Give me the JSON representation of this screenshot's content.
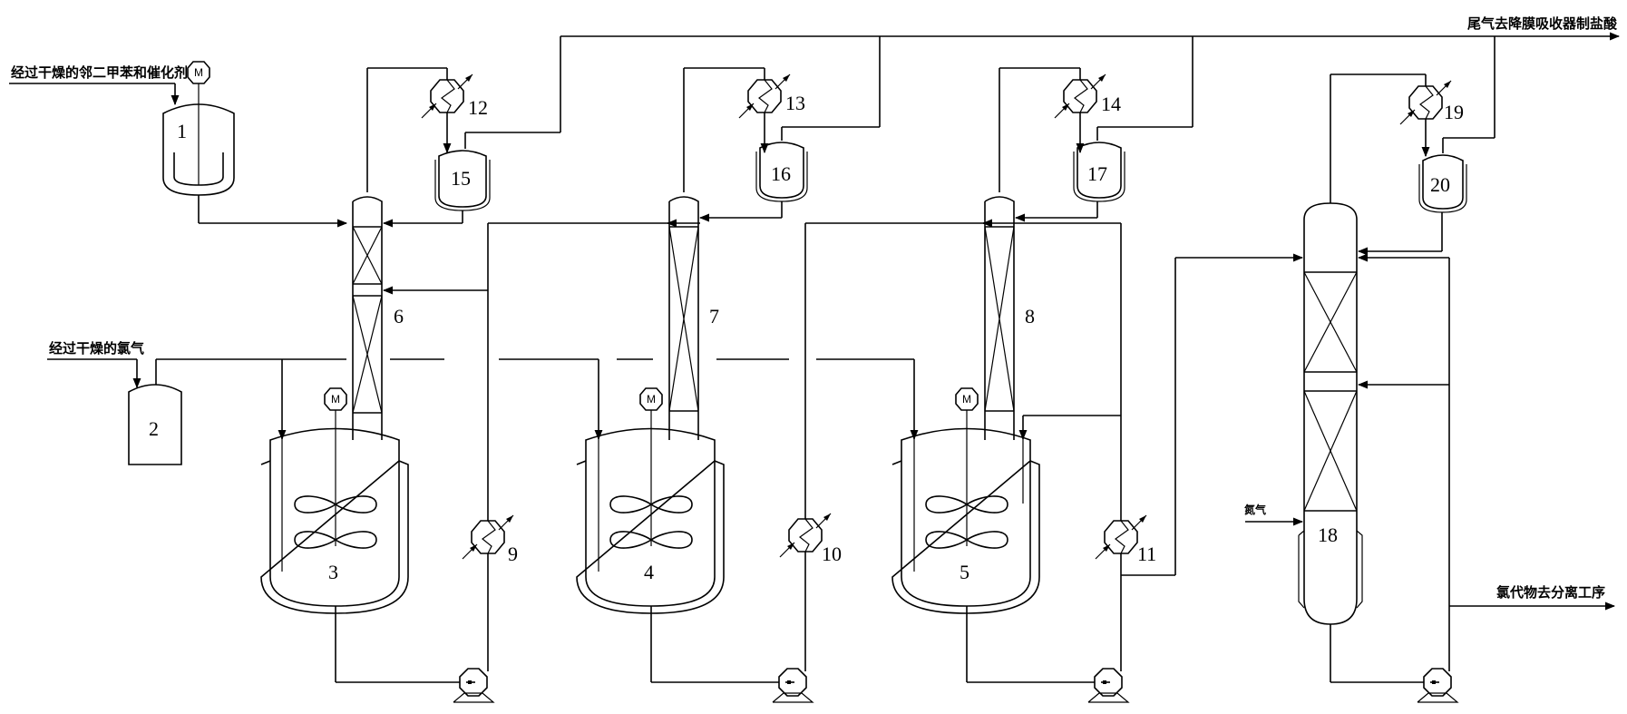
{
  "diagram": {
    "type": "process-flow-diagram",
    "stream_labels": {
      "feed_xylene_catalyst": "经过干燥的邻二甲苯和催化剂",
      "feed_chlorine": "经过干燥的氯气",
      "tail_gas_out": "尾气去降膜吸收器制盐酸",
      "nitrogen_in": "氮气",
      "product_out": "氯代物去分离工序"
    },
    "motor_symbol": "M",
    "units": {
      "u1": "1",
      "u2": "2",
      "u3": "3",
      "u4": "4",
      "u5": "5",
      "u6": "6",
      "u7": "7",
      "u8": "8",
      "u9": "9",
      "u10": "10",
      "u11": "11",
      "u12": "12",
      "u13": "13",
      "u14": "14",
      "u15": "15",
      "u16": "16",
      "u17": "17",
      "u18": "18",
      "u19": "19",
      "u20": "20"
    },
    "icons": {
      "heat_exchanger": "heat-exchanger-icon",
      "pump": "centrifugal-pump-icon",
      "motor": "motor-icon",
      "agitator": "agitator-icon",
      "packing": "packed-bed-icon"
    }
  }
}
